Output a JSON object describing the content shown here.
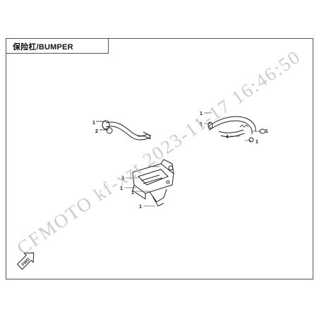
{
  "diagram": {
    "title": "保险杠/BUMPER",
    "watermark": "CFMOTO  kf-xzt  2023-11-17  16:46:50",
    "callouts": {
      "a1": "1",
      "a2": "2",
      "a3": "1",
      "b1": "1",
      "b2": "1",
      "b3": "4",
      "b4": "1",
      "b5": "1",
      "c1": "3",
      "c2": "1",
      "c3": "1",
      "c4": "1"
    },
    "fwd_label": "FWD",
    "colors": {
      "line": "#222222",
      "watermark": "#bbbbbb",
      "frame": "#555555"
    }
  }
}
